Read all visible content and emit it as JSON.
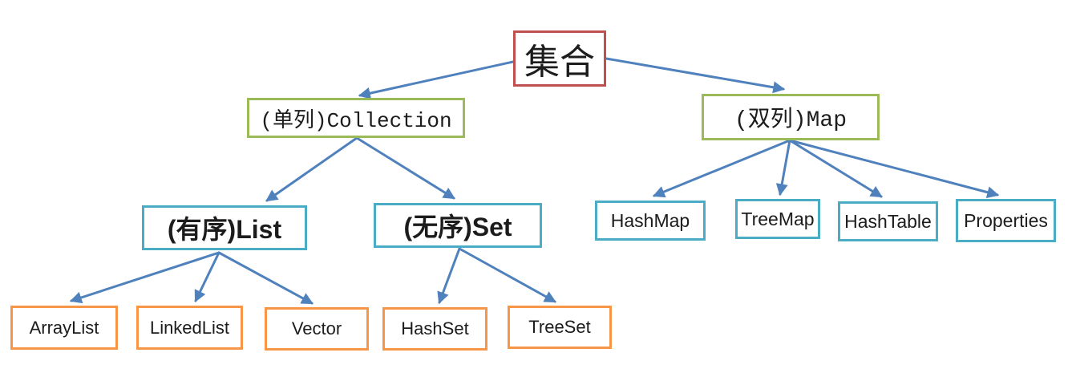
{
  "diagram": {
    "nodes": {
      "root": {
        "label": "集合"
      },
      "collection": {
        "label": "(单列)Collection"
      },
      "map": {
        "label": "(双列)Map"
      },
      "list": {
        "label": "(有序)List"
      },
      "set": {
        "label": "(无序)Set"
      },
      "hashmap": {
        "label": "HashMap"
      },
      "treemap": {
        "label": "TreeMap"
      },
      "hashtable": {
        "label": "HashTable"
      },
      "properties": {
        "label": "Properties"
      },
      "arraylist": {
        "label": "ArrayList"
      },
      "linkedlist": {
        "label": "LinkedList"
      },
      "vector": {
        "label": "Vector"
      },
      "hashset": {
        "label": "HashSet"
      },
      "treeset": {
        "label": "TreeSet"
      }
    },
    "edges": [
      {
        "from": "root",
        "to": "collection"
      },
      {
        "from": "root",
        "to": "map"
      },
      {
        "from": "collection",
        "to": "list"
      },
      {
        "from": "collection",
        "to": "set"
      },
      {
        "from": "map",
        "to": "hashmap"
      },
      {
        "from": "map",
        "to": "treemap"
      },
      {
        "from": "map",
        "to": "hashtable"
      },
      {
        "from": "map",
        "to": "properties"
      },
      {
        "from": "list",
        "to": "arraylist"
      },
      {
        "from": "list",
        "to": "linkedlist"
      },
      {
        "from": "list",
        "to": "vector"
      },
      {
        "from": "set",
        "to": "hashset"
      },
      {
        "from": "set",
        "to": "treeset"
      }
    ],
    "colors": {
      "root_border": "#C0504D",
      "branch_border": "#9BBB59",
      "mid_border": "#4BACC6",
      "leaf_border": "#F79646",
      "arrow": "#4F81BD",
      "background": "#FFFFFF",
      "text": "#1C1C1C"
    }
  }
}
